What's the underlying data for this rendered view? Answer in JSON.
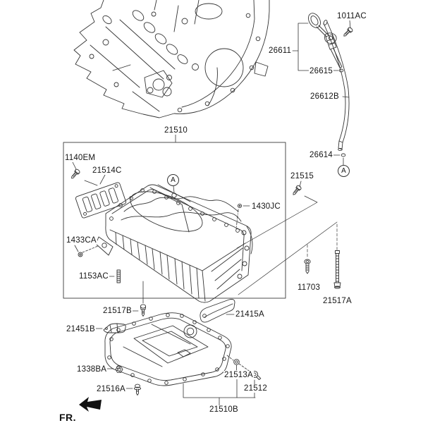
{
  "colors": {
    "background": "#ffffff",
    "line": "#333333",
    "text": "#141414"
  },
  "callout_letter": "A",
  "fr_label": "FR.",
  "parts": {
    "p1011AC": "1011AC",
    "p26611": "26611",
    "p26615": "26615",
    "p26612B": "26612B",
    "p26614": "26614",
    "p21510": "21510",
    "p1140EM": "1140EM",
    "p21514C": "21514C",
    "p21515": "21515",
    "p1430JC": "1430JC",
    "p1433CA": "1433CA",
    "p1153AC": "1153AC",
    "p11703": "11703",
    "p21517A": "21517A",
    "p21517B": "21517B",
    "p21415A": "21415A",
    "p21451B": "21451B",
    "p1338BA": "1338BA",
    "p21516A": "21516A",
    "p21513A": "21513A",
    "p21512": "21512",
    "p21510B": "21510B"
  }
}
